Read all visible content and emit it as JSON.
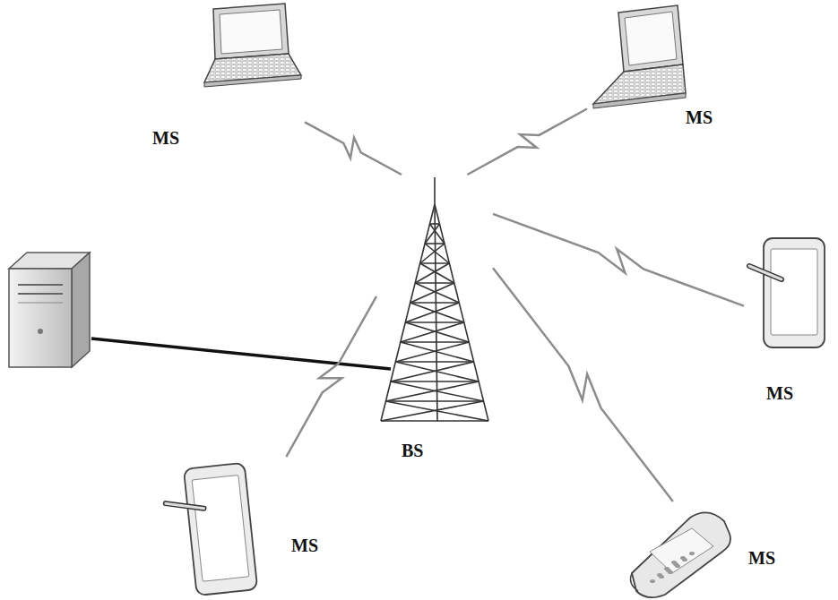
{
  "diagram": {
    "nodes": [
      {
        "text": [
          "MS"
        ]
      },
      {
        "text": [
          "MS"
        ]
      },
      {
        "text": [
          "MS"
        ]
      },
      {
        "text": [
          "BS"
        ]
      },
      {
        "text": [
          "MS"
        ]
      },
      {
        "text": [
          "MS"
        ]
      }
    ],
    "edges": [
      {
        "from": 3,
        "to": 0,
        "arrow": "none"
      },
      {
        "from": 3,
        "to": 1,
        "arrow": "none"
      },
      {
        "from": 3,
        "to": 2,
        "arrow": "none"
      },
      {
        "from": 3,
        "to": 4,
        "arrow": "none"
      },
      {
        "from": 3,
        "to": 5,
        "arrow": "none"
      }
    ]
  }
}
